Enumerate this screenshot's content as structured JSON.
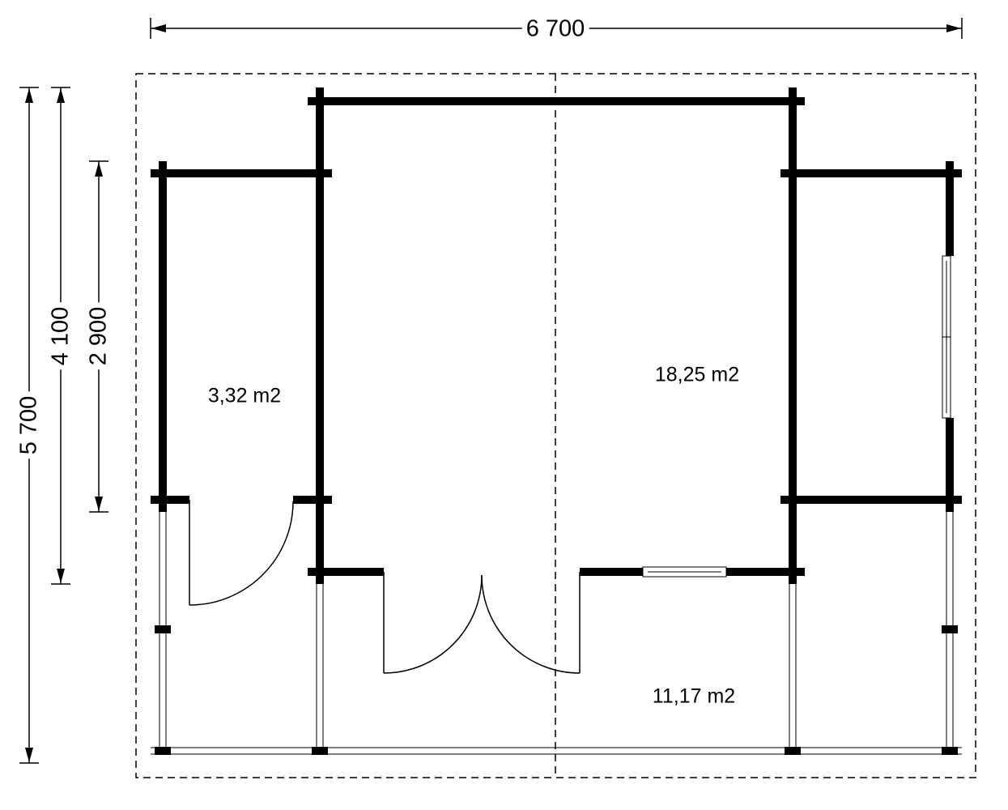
{
  "dimensions": {
    "total_width": "6 700",
    "total_depth": "5 700",
    "building_depth": "4 100",
    "side_room_depth": "2 900"
  },
  "areas": {
    "storage_room": "3,32 m2",
    "main_room": "18,25 m2",
    "terrace": "11,17 m2"
  },
  "colors": {
    "wall": "#000000",
    "dimension_line": "#000000",
    "outline_dashed": "#000000",
    "background": "#ffffff"
  }
}
